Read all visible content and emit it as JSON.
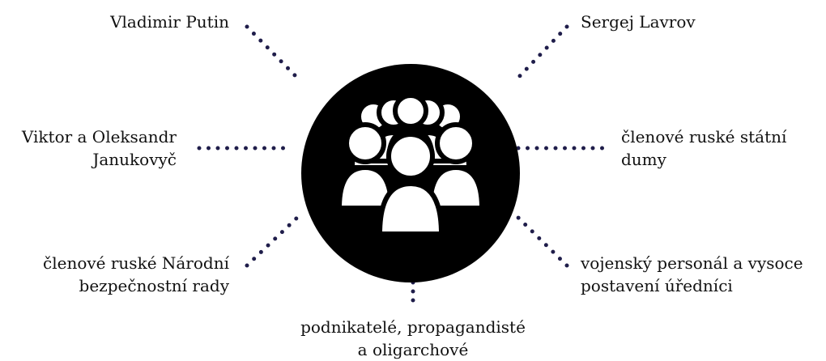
{
  "diagram": {
    "center": {
      "icon": "group-of-people-icon",
      "background_color": "#000000",
      "icon_color": "#ffffff"
    },
    "dot_color": "#1f1d4a",
    "nodes": [
      {
        "id": "putin",
        "lines": [
          "Vladimir Putin"
        ]
      },
      {
        "id": "lavrov",
        "lines": [
          "Sergej Lavrov"
        ]
      },
      {
        "id": "janukovyc",
        "lines": [
          "Viktor a Oleksandr",
          "Janukovyč"
        ]
      },
      {
        "id": "duma",
        "lines": [
          "členové ruské státní",
          "dumy"
        ]
      },
      {
        "id": "security-council",
        "lines": [
          "členové ruské Národní",
          "bezpečnostní rady"
        ]
      },
      {
        "id": "military",
        "lines": [
          "vojenský personál a vysoce",
          "postavení úředníci"
        ]
      },
      {
        "id": "business",
        "lines": [
          "podnikatelé, propagandisté",
          "a oligarchové"
        ]
      }
    ]
  }
}
